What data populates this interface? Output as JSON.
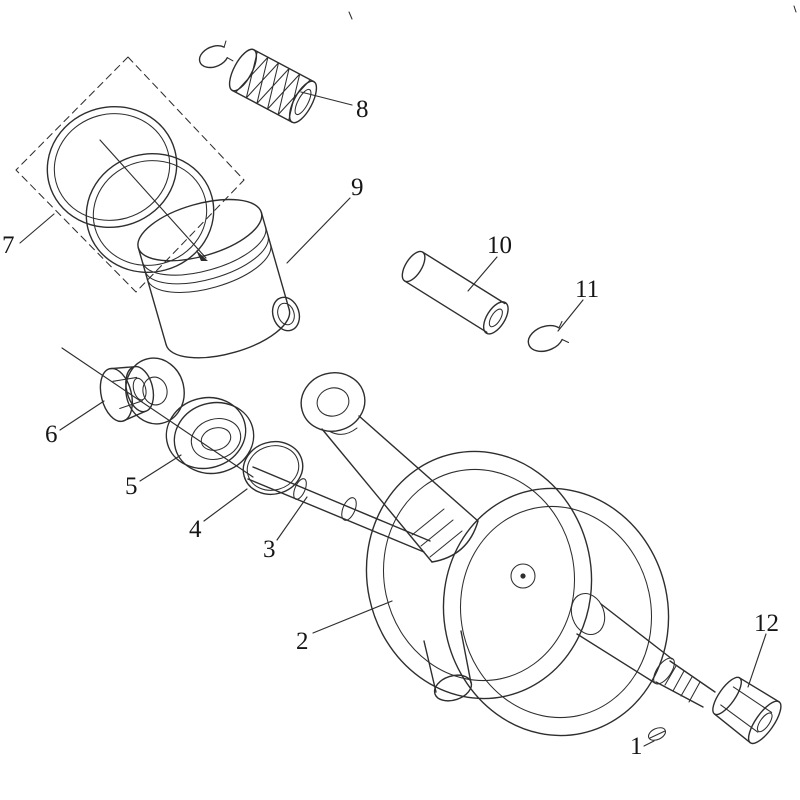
{
  "diagram": {
    "colors": {
      "line": "#2e2e2e",
      "background": "#ffffff"
    },
    "parts": [
      {
        "num": "1"
      },
      {
        "num": "2"
      },
      {
        "num": "3"
      },
      {
        "num": "4"
      },
      {
        "num": "5"
      },
      {
        "num": "6"
      },
      {
        "num": "7"
      },
      {
        "num": "8"
      },
      {
        "num": "9"
      },
      {
        "num": "10"
      },
      {
        "num": "11"
      },
      {
        "num": "12"
      }
    ]
  }
}
